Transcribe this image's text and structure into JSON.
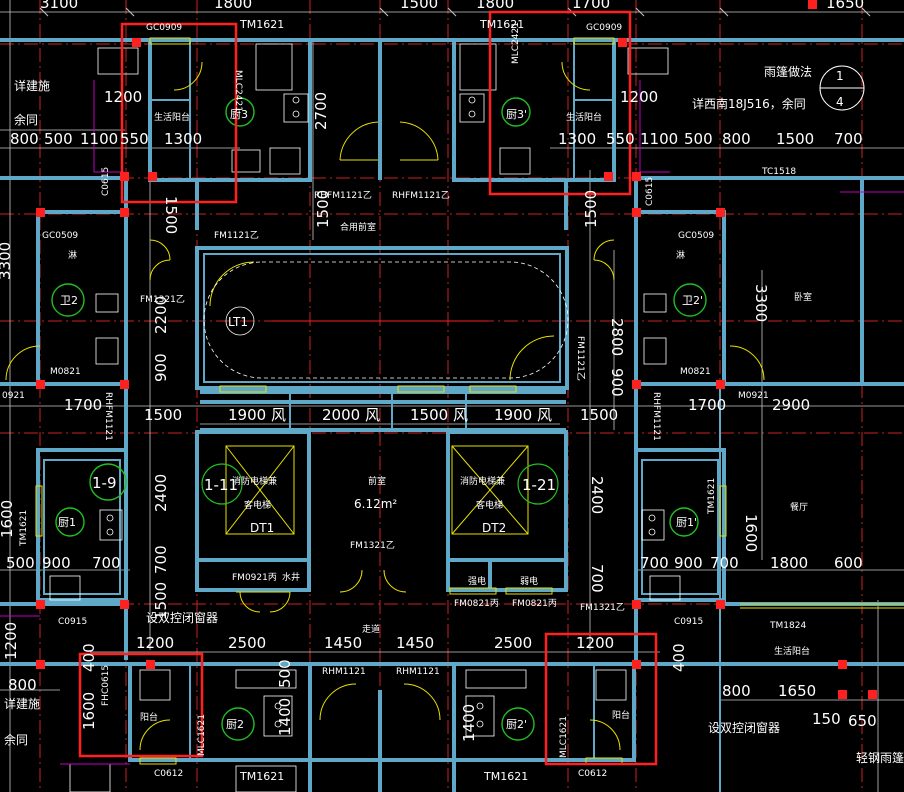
{
  "labels": {
    "top_dims": [
      "3100",
      "1800",
      "1500",
      "1800",
      "1700",
      "1650"
    ],
    "left_dims": [
      "1200",
      "800",
      "500",
      "1100",
      "550",
      "1300"
    ],
    "right_dims": [
      "1300",
      "550",
      "1100",
      "500",
      "800",
      "1500",
      "700",
      "1200"
    ],
    "windows_top": [
      "GC0909",
      "GC0909",
      "TM1621",
      "TM1621",
      "MLC2421",
      "MLC2421"
    ],
    "kitchen3_left": "厨3",
    "kitchen3_right": "厨3'",
    "balcony_left": "生活阳台",
    "balcony_right": "生活阳台",
    "canopy_method": "雨篷做法",
    "canopy_ref": "详西南18J516，余同",
    "canopy_badge_top": "1",
    "canopy_badge_bottom": "4",
    "detail_left": "详建施",
    "detail_left2": "余同",
    "dim_2700": "2700",
    "dim_1500_l": "1500",
    "dim_1500_r": "1500",
    "rhfm_left": "RHFM1121乙",
    "rhfm_right": "RHFM1121乙",
    "shared_lobby": "合用前室",
    "c0615_left": "C0615",
    "c0615_right": "C0615",
    "tc1518": "TC1518",
    "fm1121_top": "FM1121乙",
    "gc0509_left": "GC0509",
    "gc0509_right": "GC0509",
    "bath2_left": "卫2",
    "bath2_right": "卫2'",
    "shower_l": "淋",
    "shower_r": "淋",
    "fm1321": "FM1321乙",
    "fm1121_right": "FM1121乙",
    "lt1": "LT1",
    "bedroom": "卧室",
    "dim_3300_l": "3300",
    "dim_3300_r": "3300",
    "dim_2200": "2200",
    "dim_2800": "2800",
    "dim_900_l": "900",
    "dim_900_r": "900",
    "m0821_l": "M0821",
    "m0821_r": "M0821",
    "m0921_l": "0921",
    "m0921_r": "M0921",
    "dim_1700_l": "1700",
    "dim_1700_r": "1700",
    "dim_2900": "2900",
    "shafts": [
      "1900 风",
      "2000 风",
      "1500 风",
      "1900 风"
    ],
    "dim_1500_mid_l": "1500",
    "dim_1500_mid_r": "1500",
    "rhfm1121_vl": "RHFM1121",
    "rhfm1121_vr": "RHFM1121",
    "axis_1_9": "1-9",
    "axis_1_11": "1-11",
    "axis_1_21": "1-21",
    "elev_left_1": "消防电梯兼",
    "elev_left_2": "客电梯",
    "elev_right_1": "消防电梯兼",
    "elev_right_2": "客电梯",
    "dt1": "DT1",
    "dt2": "DT2",
    "front_room": "前室",
    "front_area": "6.12m²",
    "dining": "餐厅",
    "kitchen1_l": "厨1",
    "kitchen1_r": "厨1'",
    "dim_2400_l": "2400",
    "dim_2400_r": "2400",
    "dim_1600_l": "1600",
    "dim_1600_r": "1600",
    "tm1621_l": "TM1621",
    "tm1621_r": "TM1621",
    "dims_700_row_l": [
      "500",
      "900",
      "700"
    ],
    "dims_700_row_r": [
      "700",
      "900",
      "700",
      "1800",
      "600"
    ],
    "fm1321_mid": "FM1321乙",
    "fm0921_l": "FM0921丙",
    "water_well": "水井",
    "strong_elec": "强电",
    "weak_elec": "弱电",
    "fm0821_a": "FM0821丙",
    "fm0821_b": "FM0821丙",
    "fm1321_r2": "FM1321乙",
    "dim_1500_low": "1500",
    "dim_700_l": "700",
    "dim_700_r": "700",
    "c0915_l": "C0915",
    "c0915_r": "C0915",
    "fire_window": "设双控闭窗器",
    "tm1824": "TM1824",
    "bal_r2": "生活阳台",
    "dims_bottom": [
      "1200",
      "2500",
      "1450",
      "1450",
      "2500",
      "1200"
    ],
    "corridor": "走道",
    "rhm1121_l": "RHM1121",
    "rhm1121_r": "RHM1121",
    "fhc": "FHC0615",
    "dim_400_l": "400",
    "dim_400_r": "400",
    "dim_1600_b": "1600",
    "dim_1400_l": "1400",
    "dim_1400_r": "1400",
    "dim_500": "500",
    "dim_800": "800",
    "dim_1650": "1650",
    "dim_150": "150",
    "dim_650": "650",
    "balcony": "阳台",
    "balcony_r": "阳台",
    "kitchen2_l": "厨2",
    "kitchen2_r": "厨2'",
    "mlc1621_l": "MLC1621",
    "mlc1621_r": "MLC1621",
    "c0612_l": "C0612",
    "c0612_r": "C0612",
    "tm1621_bl": "TM1621",
    "tm1621_br": "TM1621",
    "fire_window_r": "设双控闭窗器",
    "steel_canopy": "轻钢雨篷",
    "detail_left_b": "详建施",
    "detail_left_b2": "余同"
  }
}
